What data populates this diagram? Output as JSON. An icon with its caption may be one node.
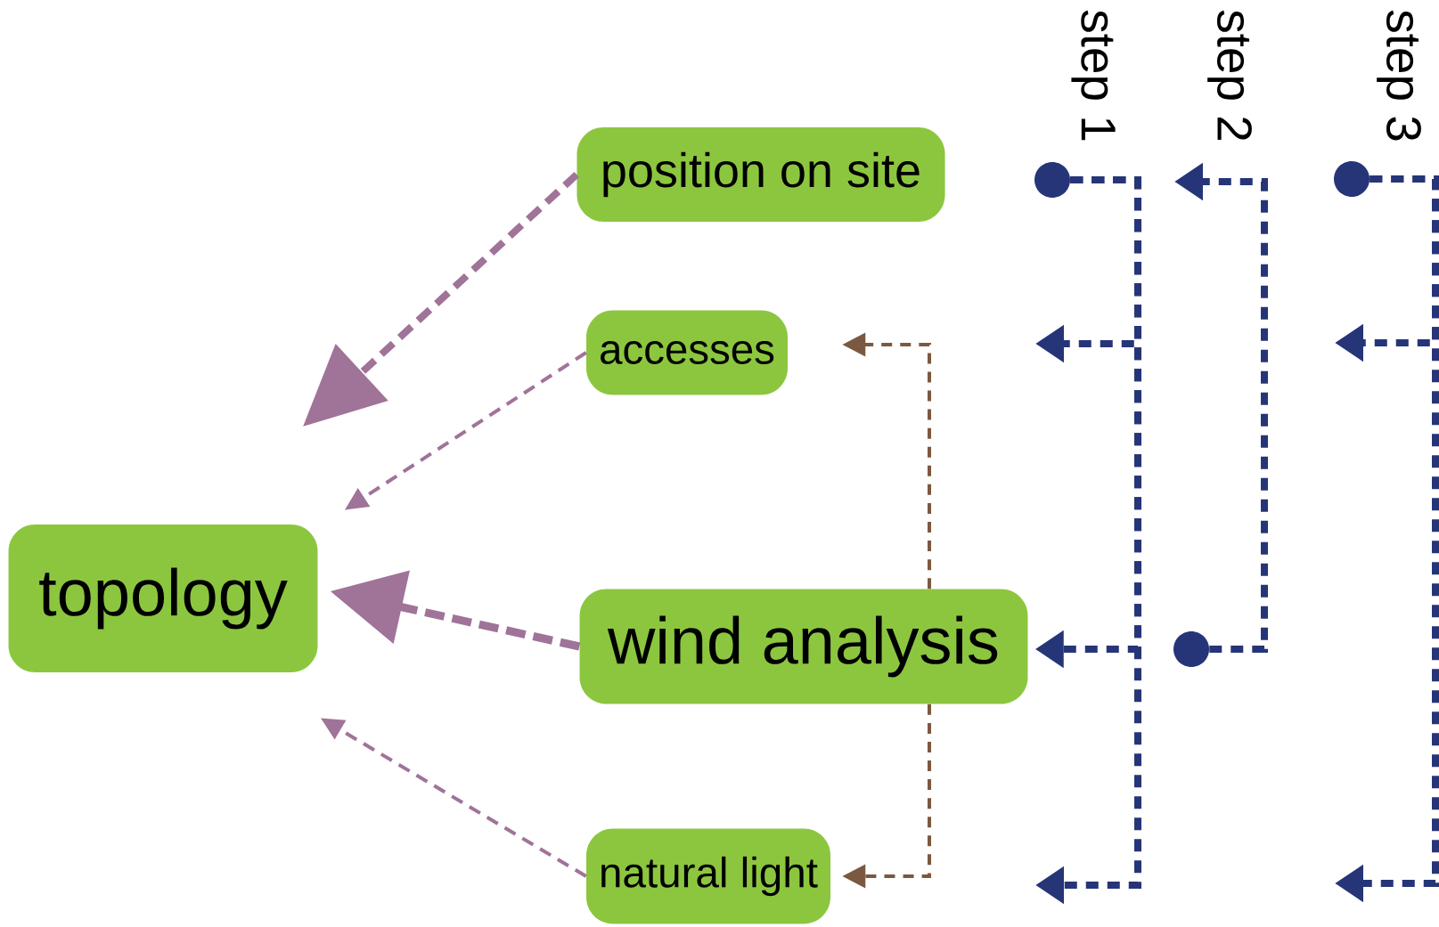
{
  "diagram": {
    "nodes": [
      {
        "text": [
          "topology"
        ]
      },
      {
        "text": [
          "position on site"
        ]
      },
      {
        "text": [
          "accesses"
        ]
      },
      {
        "text": [
          "wind analysis"
        ]
      },
      {
        "text": [
          "natural light"
        ]
      },
      {
        "text": [],
        "shape": "circle"
      },
      {
        "text": [],
        "shape": "circle"
      },
      {
        "text": [],
        "shape": "circle"
      }
    ],
    "edges": [
      {
        "from": 1,
        "to": null,
        "arrow": "to",
        "color": "#a07399"
      },
      {
        "from": 2,
        "to": 0,
        "arrow": "to",
        "color": "#a07399"
      },
      {
        "from": 3,
        "to": 0,
        "arrow": "to",
        "color": "#a07399"
      },
      {
        "from": 4,
        "to": 0,
        "arrow": "to",
        "color": "#a07399"
      },
      {
        "from": 3,
        "to": 2,
        "arrow": "to",
        "color": "#7b5840"
      },
      {
        "from": 3,
        "to": 4,
        "arrow": "to",
        "color": "#7b5840"
      },
      {
        "from": 5,
        "to": null,
        "arrow": "to"
      },
      {
        "from": 5,
        "to": 3,
        "arrow": "to"
      },
      {
        "from": 5,
        "to": null,
        "arrow": "to"
      },
      {
        "from": 6,
        "to": null,
        "arrow": "to"
      },
      {
        "from": 7,
        "to": null,
        "arrow": "to"
      },
      {
        "from": 7,
        "to": null,
        "arrow": "to"
      }
    ],
    "labels": [
      "step 1",
      "step 2",
      "step 3"
    ]
  }
}
